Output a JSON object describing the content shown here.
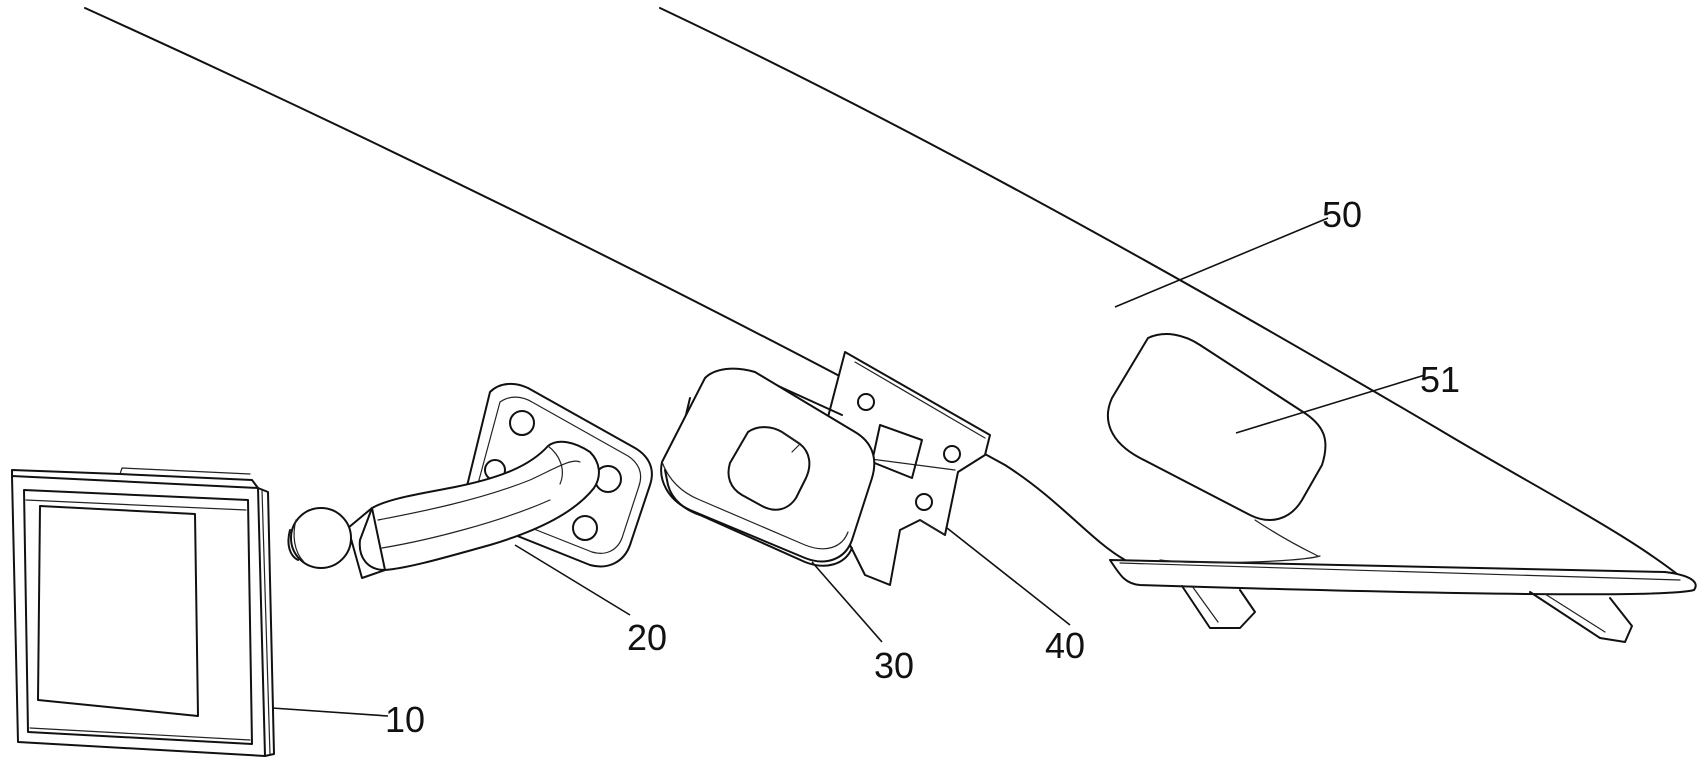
{
  "labels": {
    "display": "10",
    "arm": "20",
    "clamp": "30",
    "bracket": "40",
    "windshield": "50",
    "window_opening": "51"
  }
}
